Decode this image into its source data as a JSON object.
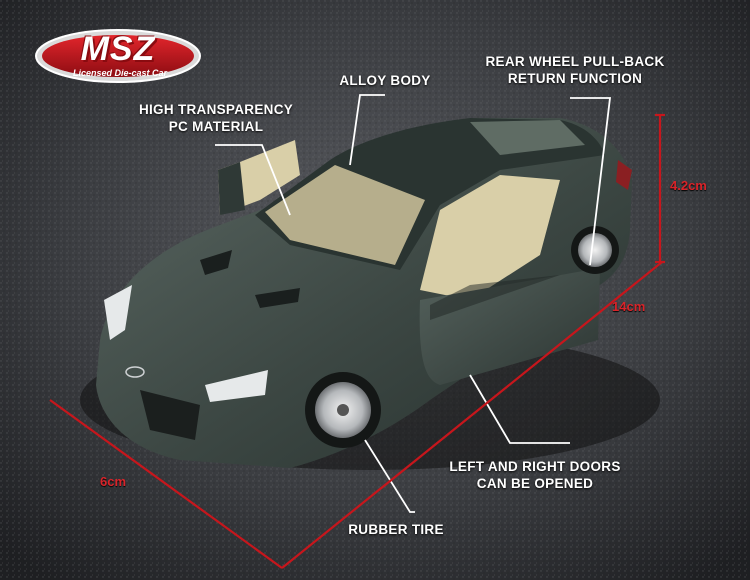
{
  "brand": {
    "name": "MSZ",
    "tagline": "Licensed Die-cast Car"
  },
  "callouts": {
    "alloy_body": "ALLOY BODY",
    "pc_material_line1": "HIGH TRANSPARENCY",
    "pc_material_line2": "PC MATERIAL",
    "pullback_line1": "REAR WHEEL PULL-BACK",
    "pullback_line2": "RETURN FUNCTION",
    "doors_line1": "LEFT AND RIGHT DOORS",
    "doors_line2": "CAN BE OPENED",
    "rubber_tire": "RUBBER TIRE"
  },
  "dimensions": {
    "height": "4.2cm",
    "width": "14cm",
    "length": "6cm"
  },
  "colors": {
    "background": "#3a3b3f",
    "car_body": "#3f4a46",
    "interior": "#d9cfa8",
    "dimension_line": "#d8242a",
    "callout_text": "#ffffff"
  }
}
